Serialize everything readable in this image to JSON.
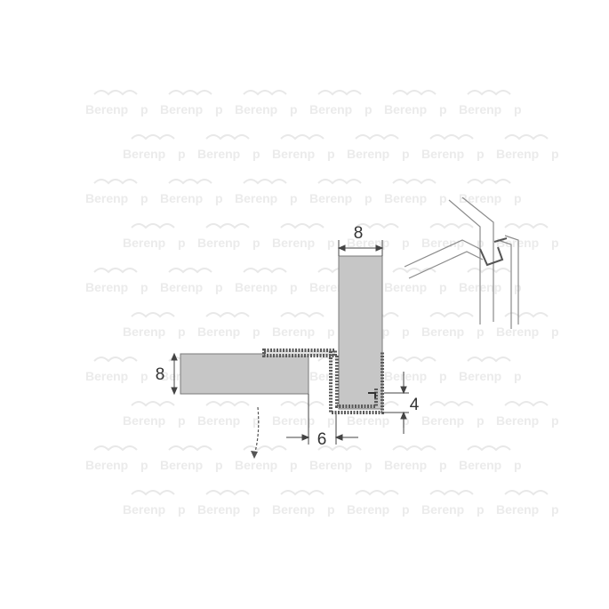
{
  "watermark": {
    "text": "Berenp",
    "text_short": "p",
    "color": "#e8e8e8"
  },
  "diagram": {
    "dimensions": {
      "glass_vertical_width": "8",
      "glass_horizontal_thickness": "8",
      "gap_width": "6",
      "profile_lip": "4"
    },
    "colors": {
      "glass_fill": "#c6c6c6",
      "glass_edge": "#7a7a7a",
      "profile_stroke": "#5a5a5a",
      "line_color": "#444444"
    }
  }
}
